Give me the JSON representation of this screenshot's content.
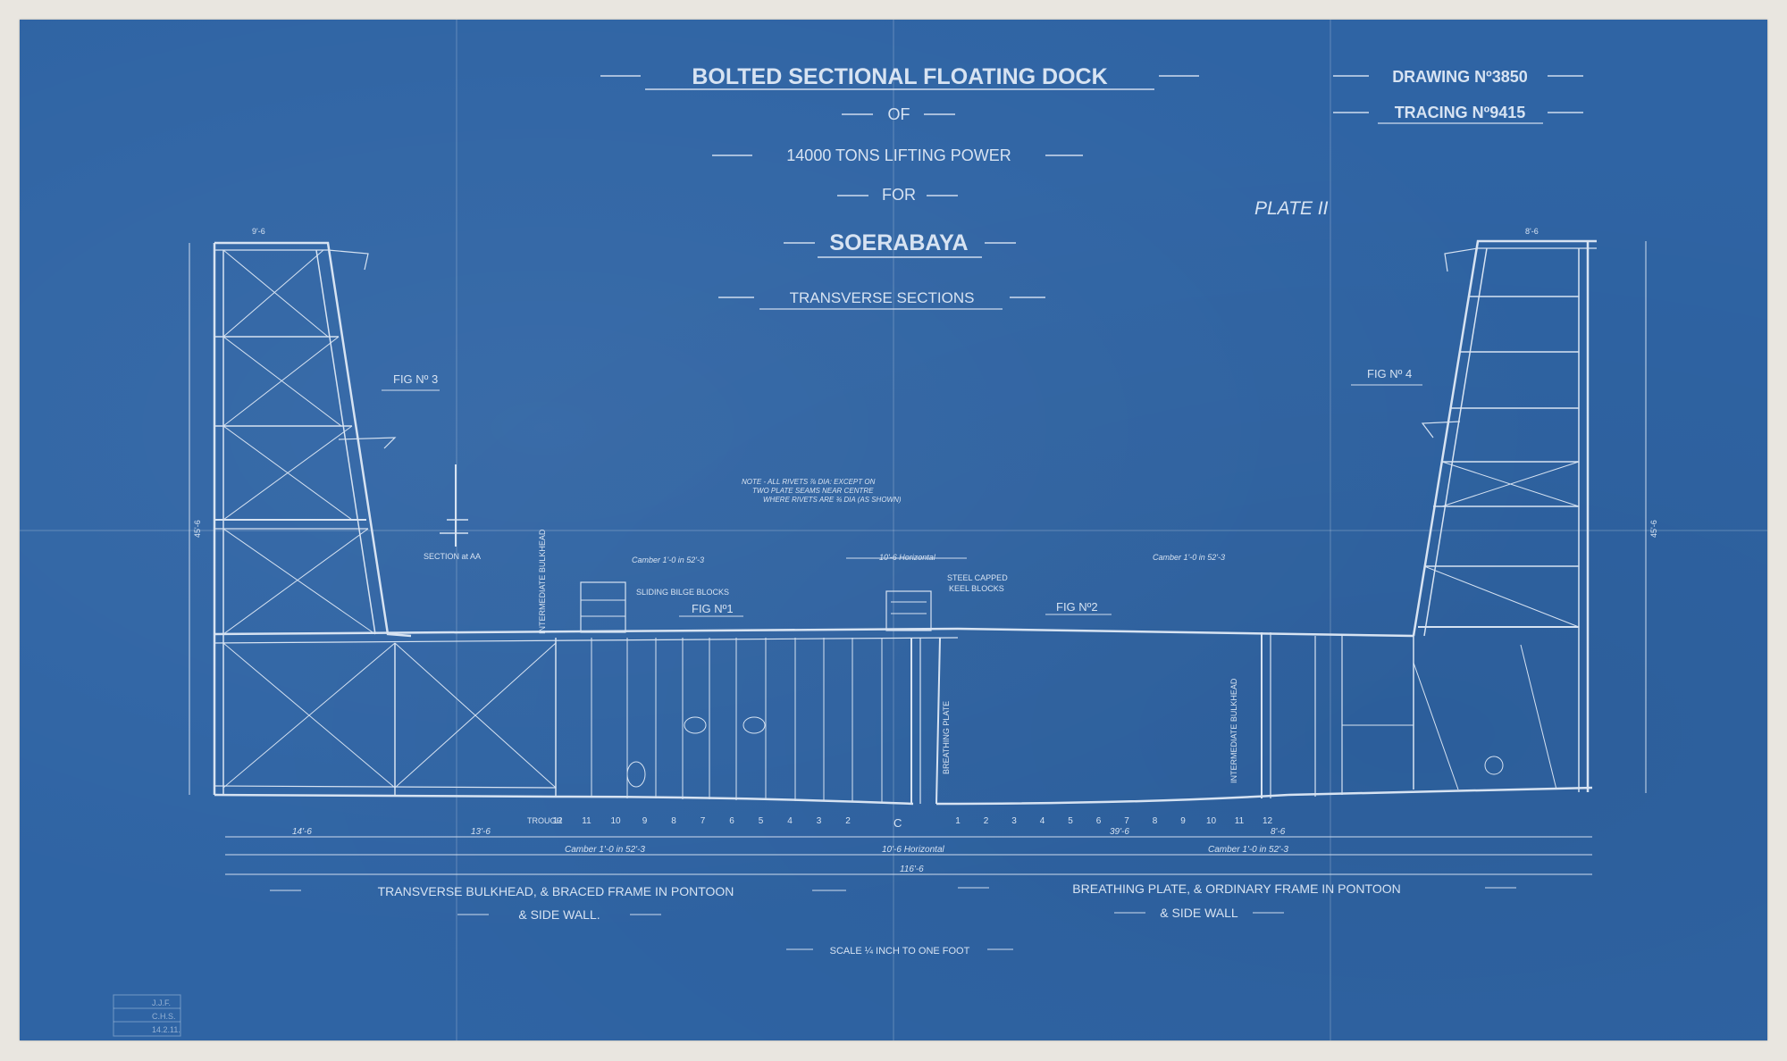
{
  "title": {
    "main": "BOLTED SECTIONAL FLOATING DOCK",
    "of": "OF",
    "capacity": "14000 TONS LIFTING POWER",
    "for": "FOR",
    "place": "SOERABAYA",
    "sections": "TRANSVERSE SECTIONS"
  },
  "drawing_no": "DRAWING Nº3850",
  "tracing_no": "TRACING Nº9415",
  "plate": "PLATE II",
  "figures": {
    "fig1": "FIG Nº1",
    "fig2": "FIG Nº2",
    "fig3": "FIG Nº 3",
    "fig4": "FIG Nº 4"
  },
  "labels": {
    "section_aa": "SECTION at AA",
    "sliding_bilge_blocks": "SLIDING BILGE BLOCKS",
    "steel_capped_keel_blocks_1": "STEEL CAPPED",
    "steel_capped_keel_blocks_2": "KEEL BLOCKS",
    "intermediate_bulkhead": "INTERMEDIATE BULKHEAD",
    "breathing_plate": "BREATHING PLATE",
    "trough": "TROUGH",
    "note_1": "NOTE - ALL RIVETS ⅞ DIA: EXCEPT ON",
    "note_2": "TWO PLATE SEAMS NEAR CENTRE",
    "note_3": "WHERE RIVETS ARE ¾ DIA (AS SHOWN)",
    "camber_left_top": "Camber 1'-0 in 52'-3",
    "camber_right_top": "Camber 1'-0 in 52'-3",
    "horizontal_top": "10'-6 Horizontal",
    "camber_left_bottom": "Camber 1'-0 in 52'-3",
    "camber_right_bottom": "Camber 1'-0 in 52'-3",
    "horizontal_bottom": "10'-6 Horizontal",
    "overall_width": "116'-6",
    "dim_14_6": "14'-6",
    "dim_13_6": "13'-6",
    "dim_39_6": "39'-6",
    "dim_8_6": "8'-6",
    "dim_top_left": "9'-6",
    "dim_top_right": "8'-6",
    "height_left": "45'-6",
    "height_right": "45'-6",
    "centre_mark": "C"
  },
  "frame_numbers_left": [
    "12",
    "11",
    "10",
    "9",
    "8",
    "7",
    "6",
    "5",
    "4",
    "3",
    "2"
  ],
  "frame_numbers_right": [
    "1",
    "2",
    "3",
    "4",
    "5",
    "6",
    "7",
    "8",
    "9",
    "10",
    "11",
    "12"
  ],
  "captions": {
    "left_1": "TRANSVERSE BULKHEAD, & BRACED FRAME IN PONTOON",
    "left_2": "& SIDE WALL.",
    "right_1": "BREATHING PLATE, & ORDINARY FRAME IN PONTOON",
    "right_2": "& SIDE WALL",
    "scale": "SCALE ¼ INCH TO ONE FOOT"
  },
  "stamp": {
    "line_1": "J.J.F.",
    "line_2": "C.H.S.",
    "line_3": "14.2.11."
  },
  "colors": {
    "paper": "#2f64a4",
    "ink": "#d7e3f2"
  }
}
